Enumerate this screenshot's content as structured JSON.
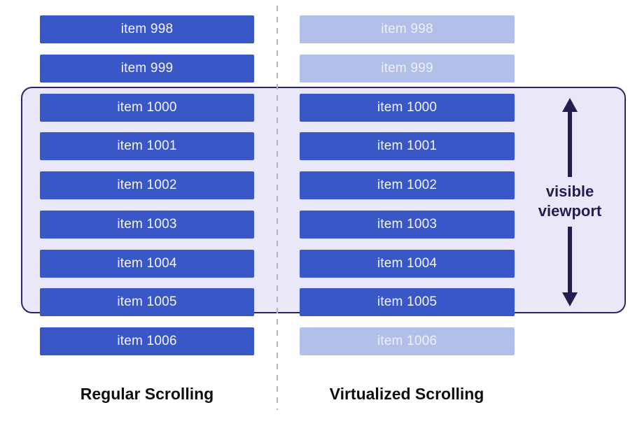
{
  "left_column": {
    "title": "Regular Scrolling",
    "items": [
      "item 998",
      "item 999",
      "item 1000",
      "item 1001",
      "item 1002",
      "item 1003",
      "item 1004",
      "item 1005",
      "item 1006"
    ]
  },
  "right_column": {
    "title": "Virtualized Scrolling",
    "items": [
      {
        "label": "item 998",
        "state": "placeholder"
      },
      {
        "label": "item 999",
        "state": "placeholder"
      },
      {
        "label": "item 1000",
        "state": "rendered"
      },
      {
        "label": "item 1001",
        "state": "rendered"
      },
      {
        "label": "item 1002",
        "state": "rendered"
      },
      {
        "label": "item 1003",
        "state": "rendered"
      },
      {
        "label": "item 1004",
        "state": "rendered"
      },
      {
        "label": "item 1005",
        "state": "rendered"
      },
      {
        "label": "item 1006",
        "state": "placeholder"
      }
    ]
  },
  "viewport_overlay": {
    "line1": "visible",
    "line2": "viewport"
  },
  "colors": {
    "item_active": "#3a57c8",
    "item_placeholder": "#b2c0e9",
    "viewport_fill": "#eae7f8",
    "viewport_border": "#2e2566",
    "arrow": "#251d4f",
    "divider": "#b5b5ba",
    "label_text": "#0f0f0f"
  }
}
